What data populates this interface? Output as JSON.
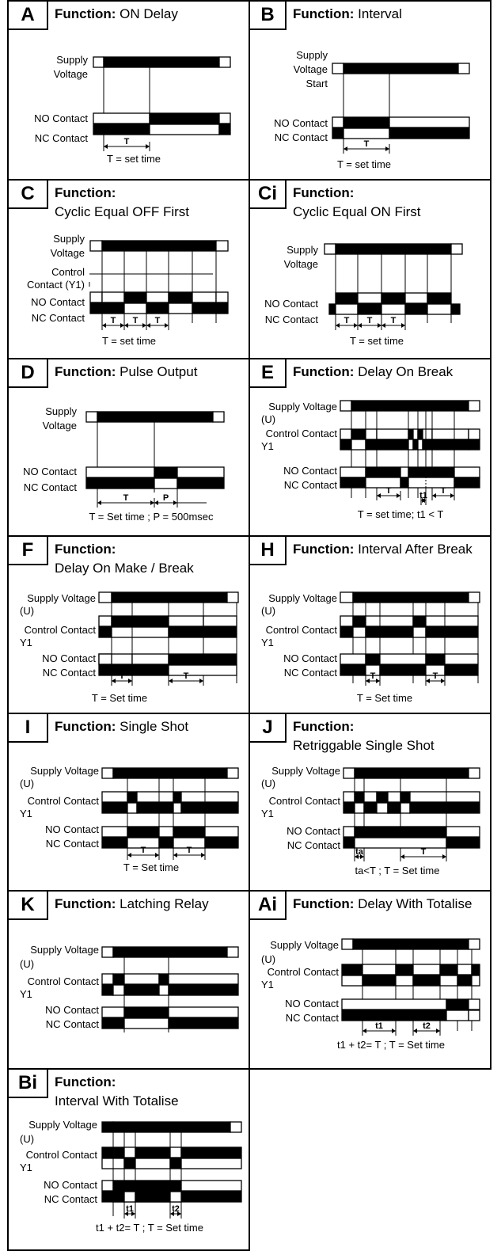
{
  "panels": [
    {
      "id": "A",
      "fn_label": "Function:",
      "fn_name": "ON Delay",
      "labels": [
        "Supply",
        "Voltage",
        "NO Contact",
        "NC Contact",
        "T",
        "T = set time"
      ]
    },
    {
      "id": "B",
      "fn_label": "Function:",
      "fn_name": "Interval",
      "labels": [
        "Supply",
        "Voltage",
        "Start",
        "NO Contact",
        "NC Contact",
        "T",
        "T = set time"
      ]
    },
    {
      "id": "C",
      "fn_label": "Function:",
      "fn_name": "Cyclic Equal OFF First",
      "labels": [
        "Supply",
        "Voltage",
        "Control",
        "Contact (Y1)",
        "NO Contact",
        "NC Contact",
        "T",
        "T",
        "T",
        "T = set time"
      ]
    },
    {
      "id": "Ci",
      "fn_label": "Function:",
      "fn_name": "Cyclic Equal ON First",
      "labels": [
        "Supply",
        "Voltage",
        "NO Contact",
        "NC Contact",
        "T",
        "T",
        "T",
        "T = set time"
      ]
    },
    {
      "id": "D",
      "fn_label": "Function:",
      "fn_name": "Pulse Output",
      "labels": [
        "Supply",
        "Voltage",
        "NO Contact",
        "NC Contact",
        "T",
        "P",
        "T = Set time ; P = 500msec"
      ]
    },
    {
      "id": "E",
      "fn_label": "Function:",
      "fn_name": "Delay On Break",
      "labels": [
        "Supply Voltage",
        "(U)",
        "Control Contact",
        "Y1",
        "NO Contact",
        "NC Contact",
        "T",
        "t1",
        "T",
        "T = set time; t1 < T"
      ]
    },
    {
      "id": "F",
      "fn_label": "Function:",
      "fn_name": "Delay On Make / Break",
      "labels": [
        "Supply Voltage",
        "(U)",
        "Control Contact",
        "Y1",
        "NO Contact",
        "NC Contact",
        "T",
        "T",
        "T = Set time"
      ]
    },
    {
      "id": "H",
      "fn_label": "Function:",
      "fn_name": "Interval After Break",
      "labels": [
        "Supply Voltage",
        "(U)",
        "Control Contact",
        "Y1",
        "NO Contact",
        "NC Contact",
        "T",
        "T",
        "T = Set time"
      ]
    },
    {
      "id": "I",
      "fn_label": "Function:",
      "fn_name": "Single Shot",
      "labels": [
        "Supply Voltage",
        "(U)",
        "Control Contact",
        "Y1",
        "NO Contact",
        "NC Contact",
        "T",
        "T",
        "T = Set time"
      ]
    },
    {
      "id": "J",
      "fn_label": "Function:",
      "fn_name": "Retriggable Single Shot",
      "labels": [
        "Supply Voltage",
        "(U)",
        "Control Contact",
        "Y1",
        "NO Contact",
        "NC Contact",
        "ta",
        "T",
        "ta<T ; T = Set time"
      ]
    },
    {
      "id": "K",
      "fn_label": "Function:",
      "fn_name": "Latching Relay",
      "labels": [
        "Supply Voltage",
        "(U)",
        "Control Contact",
        "Y1",
        "NO Contact",
        "NC Contact"
      ]
    },
    {
      "id": "Ai",
      "fn_label": "Function:",
      "fn_name": "Delay With Totalise",
      "labels": [
        "Supply Voltage",
        "(U)",
        "Control Contact",
        "Y1",
        "NO Contact",
        "NC Contact",
        "t1",
        "t2",
        "t1 + t2= T ; T = Set time"
      ]
    },
    {
      "id": "Bi",
      "fn_label": "Function:",
      "fn_name": "Interval With Totalise",
      "labels": [
        "Supply Voltage",
        "(U)",
        "Control Contact",
        "Y1",
        "NO Contact",
        "NC Contact",
        "t1",
        "t2",
        "t1 + t2= T ; T = Set time"
      ]
    }
  ]
}
